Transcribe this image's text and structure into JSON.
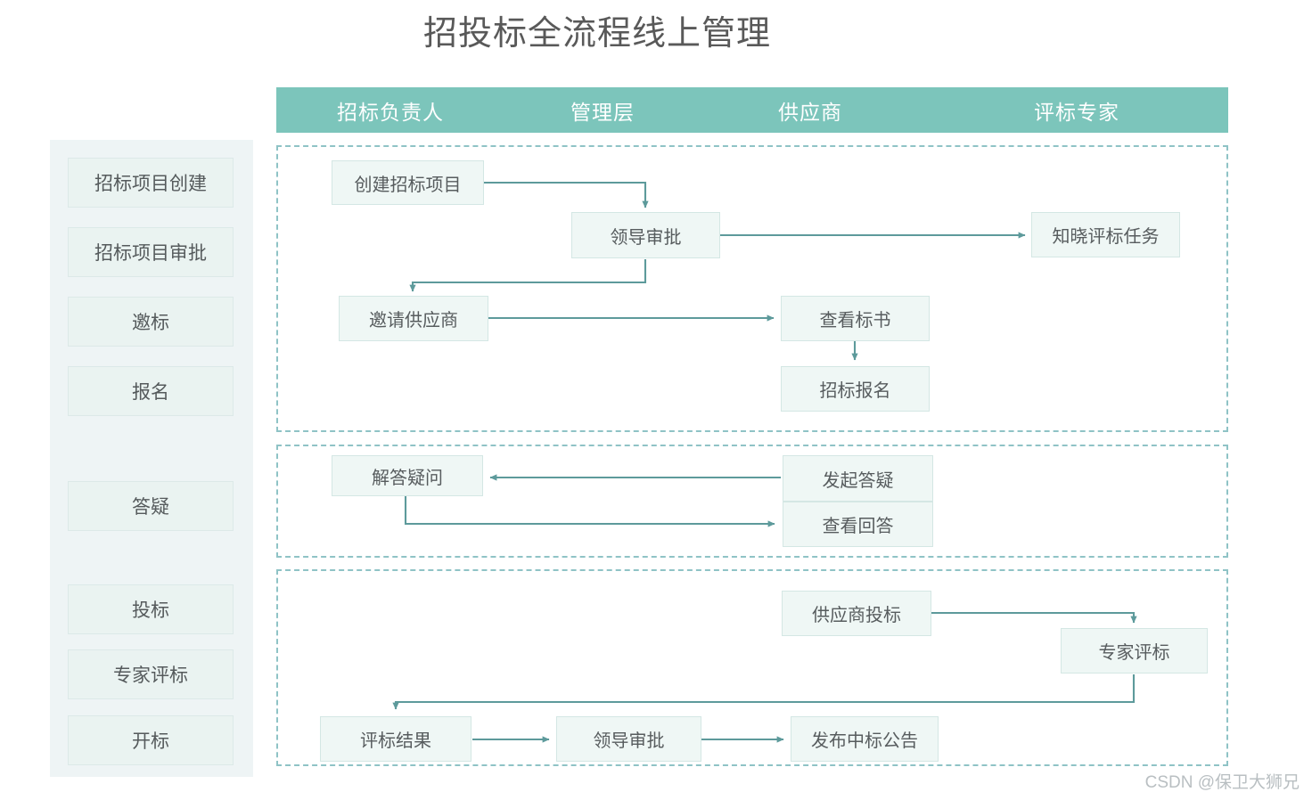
{
  "page": {
    "title": "招投标全流程线上管理",
    "watermark": "CSDN @保卫大狮兄",
    "accent_color": "#7cc5bb",
    "node_fill": "#eff7f5",
    "node_border": "#d4e7e4",
    "connector_color": "#5d9a9b",
    "region_border": "#8fc3c6",
    "sidebar_bg": "#eef4f5",
    "title_color": "#595959"
  },
  "column_headers": [
    {
      "label": "招标负责人"
    },
    {
      "label": "管理层"
    },
    {
      "label": "供应商"
    },
    {
      "label": "评标专家"
    }
  ],
  "sidebar": {
    "items": [
      {
        "label": "招标项目创建"
      },
      {
        "label": "招标项目审批"
      },
      {
        "label": "邀标"
      },
      {
        "label": "报名"
      },
      {
        "label": "答疑"
      },
      {
        "label": "投标"
      },
      {
        "label": "专家评标"
      },
      {
        "label": "开标"
      }
    ]
  },
  "regions": [
    {
      "name": "tender-setup-region"
    },
    {
      "name": "qa-region"
    },
    {
      "name": "bidding-evaluation-region"
    }
  ],
  "flow": {
    "nodes": [
      {
        "id": "create-tender-project",
        "label": "创建招标项目",
        "lane": "招标负责人",
        "region": 0
      },
      {
        "id": "leader-approval-1",
        "label": "领导审批",
        "lane": "管理层",
        "region": 0
      },
      {
        "id": "know-eval-task",
        "label": "知晓评标任务",
        "lane": "评标专家",
        "region": 0
      },
      {
        "id": "invite-supplier",
        "label": "邀请供应商",
        "lane": "招标负责人",
        "region": 0
      },
      {
        "id": "view-bid-document",
        "label": "查看标书",
        "lane": "供应商",
        "region": 0
      },
      {
        "id": "tender-registration",
        "label": "招标报名",
        "lane": "供应商",
        "region": 0
      },
      {
        "id": "answer-question",
        "label": "解答疑问",
        "lane": "招标负责人",
        "region": 1
      },
      {
        "id": "raise-question",
        "label": "发起答疑",
        "lane": "供应商",
        "region": 1
      },
      {
        "id": "view-answer",
        "label": "查看回答",
        "lane": "供应商",
        "region": 1
      },
      {
        "id": "supplier-bid",
        "label": "供应商投标",
        "lane": "供应商",
        "region": 2
      },
      {
        "id": "expert-evaluation",
        "label": "专家评标",
        "lane": "评标专家",
        "region": 2
      },
      {
        "id": "evaluation-result",
        "label": "评标结果",
        "lane": "招标负责人",
        "region": 2
      },
      {
        "id": "leader-approval-2",
        "label": "领导审批",
        "lane": "管理层",
        "region": 2
      },
      {
        "id": "publish-award-notice",
        "label": "发布中标公告",
        "lane": "供应商",
        "region": 2
      }
    ],
    "edges": [
      {
        "from": "create-tender-project",
        "to": "leader-approval-1"
      },
      {
        "from": "leader-approval-1",
        "to": "know-eval-task"
      },
      {
        "from": "leader-approval-1",
        "to": "invite-supplier"
      },
      {
        "from": "invite-supplier",
        "to": "view-bid-document"
      },
      {
        "from": "view-bid-document",
        "to": "tender-registration"
      },
      {
        "from": "raise-question",
        "to": "answer-question"
      },
      {
        "from": "answer-question",
        "to": "view-answer"
      },
      {
        "from": "supplier-bid",
        "to": "expert-evaluation"
      },
      {
        "from": "expert-evaluation",
        "to": "evaluation-result"
      },
      {
        "from": "evaluation-result",
        "to": "leader-approval-2"
      },
      {
        "from": "leader-approval-2",
        "to": "publish-award-notice"
      }
    ]
  }
}
